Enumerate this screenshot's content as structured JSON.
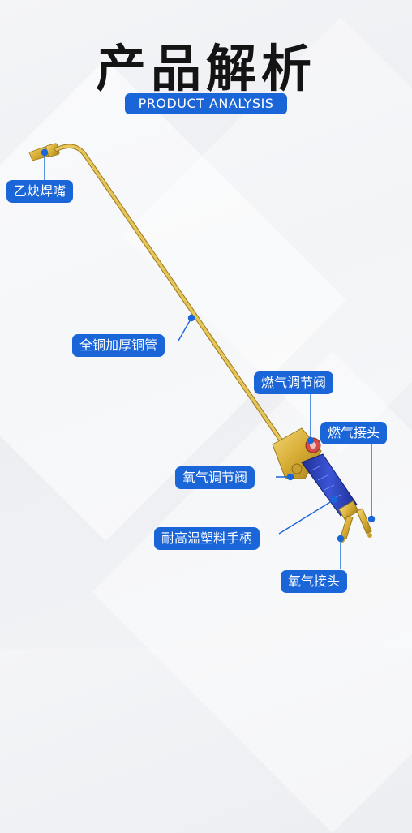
{
  "header": {
    "title": "产品解析",
    "subtitle": "PRODUCT ANALYSIS"
  },
  "callouts": {
    "acetylene_nozzle": "乙炔焊嘴",
    "copper_pipe": "全铜加厚铜管",
    "fuel_valve": "燃气调节阀",
    "fuel_connector": "燃气接头",
    "oxygen_valve": "氧气调节阀",
    "handle": "耐高温塑料手柄",
    "oxygen_connector": "氧气接头"
  },
  "colors": {
    "accent": "#1a66d9",
    "brass": "#d9b23a",
    "handle_blue": "#2a3fb0"
  }
}
